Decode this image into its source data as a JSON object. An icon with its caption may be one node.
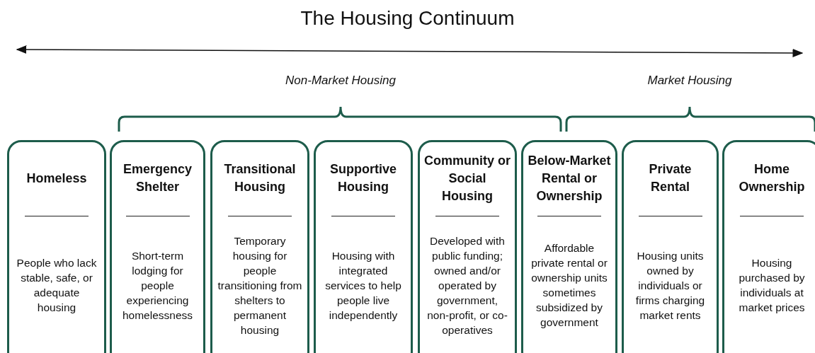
{
  "diagram": {
    "title": "The Housing Continuum",
    "nodes": [
      {
        "text": [
          "Homeless",
          "People who lack stable, safe, or adequate housing"
        ]
      },
      {
        "text": [
          "Emergency Shelter",
          "Short-term lodging for people experiencing homelessness"
        ]
      },
      {
        "text": [
          "Transitional Housing",
          "Temporary housing for people transitioning from shelters to permanent housing"
        ]
      },
      {
        "text": [
          "Supportive Housing",
          "Housing with integrated services to help people live independently"
        ]
      },
      {
        "text": [
          "Community or Social Housing",
          "Developed with public funding; owned and/or operated by government, non-profit, or co-operatives"
        ]
      },
      {
        "text": [
          "Below-Market Rental or Ownership",
          "Affordable private rental or ownership units sometimes subsidized by government"
        ]
      },
      {
        "text": [
          "Private Rental",
          "Housing units owned by individuals or firms charging market rents"
        ]
      },
      {
        "text": [
          "Home Ownership",
          "Housing purchased by individuals at market prices"
        ]
      }
    ],
    "labels": [
      "Non-Market Housing",
      "Market Housing"
    ]
  }
}
